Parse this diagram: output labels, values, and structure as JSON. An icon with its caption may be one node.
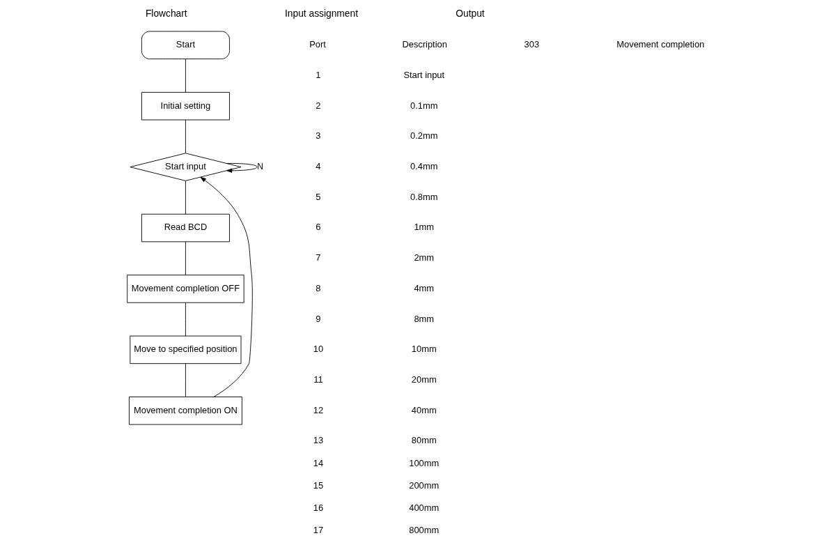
{
  "diagram": {
    "nodes": [
      {
        "text": [
          "Start"
        ]
      },
      {
        "text": [
          "Initial setting"
        ]
      },
      {
        "text": [
          "Start input"
        ]
      },
      {
        "text": [
          "Read BCD"
        ]
      },
      {
        "text": [
          "Movement completion OFF"
        ]
      },
      {
        "text": [
          "Move to specified position"
        ]
      },
      {
        "text": [
          "Movement completion ON"
        ]
      }
    ],
    "edges": [
      {
        "from": 0,
        "to": 1,
        "arrow": "none"
      },
      {
        "from": 1,
        "to": 2,
        "arrow": "none"
      },
      {
        "from": 2,
        "to": 3,
        "arrow": "none"
      },
      {
        "from": 3,
        "to": 4,
        "arrow": "none"
      },
      {
        "from": 4,
        "to": 5,
        "arrow": "none"
      },
      {
        "from": 5,
        "to": 6,
        "arrow": "none"
      },
      {
        "from": 2,
        "to": 2,
        "arrow": "to",
        "label": "N"
      },
      {
        "from": 6,
        "to": 2,
        "arrow": "to"
      }
    ],
    "labels": [
      "Flowchart",
      "Input assignment",
      "Output",
      "Port",
      "Description",
      "303",
      "Movement completion",
      "1",
      "Start input",
      "2",
      "0.1mm",
      "3",
      "0.2mm",
      "4",
      "0.4mm",
      "5",
      "0.8mm",
      "6",
      "1mm",
      "7",
      "2mm",
      "8",
      "4mm",
      "9",
      "8mm",
      "10",
      "10mm",
      "11",
      "20mm",
      "12",
      "40mm",
      "13",
      "80mm",
      "14",
      "100mm",
      "15",
      "200mm",
      "16",
      "400mm",
      "17",
      "800mm"
    ]
  }
}
